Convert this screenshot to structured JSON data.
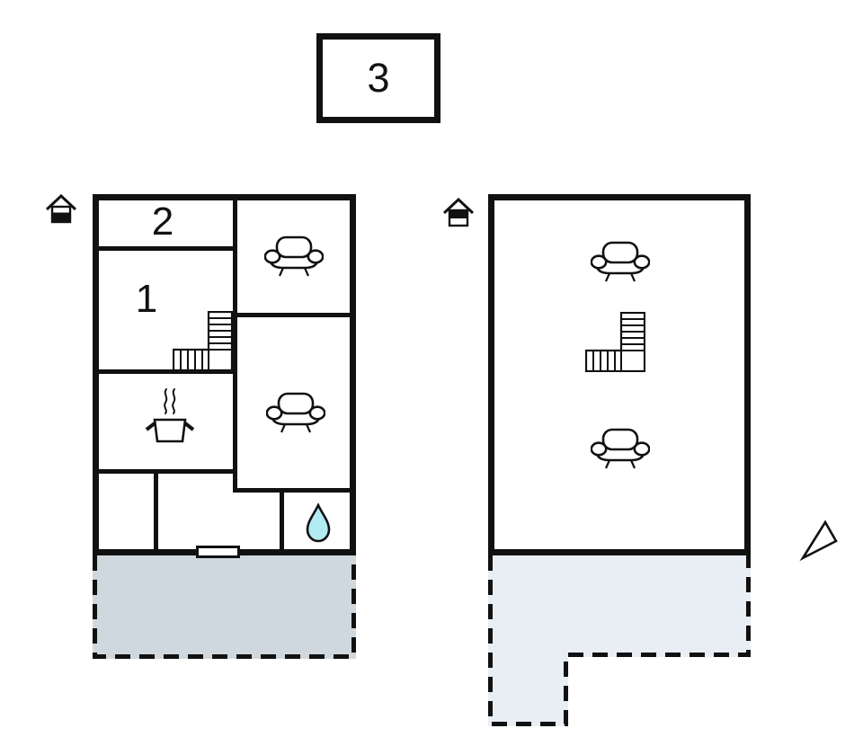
{
  "colors": {
    "line": "#111111",
    "terrace_ground": "#cfd8de",
    "terrace_upper": "#e9edf4",
    "water_drop": "#b2ebf2",
    "background": "#ffffff"
  },
  "unit_badge": {
    "label": "3"
  },
  "ground_floor": {
    "level_icon": "house-level-ground-icon",
    "room_labels": [
      {
        "label": "2"
      },
      {
        "label": "1"
      }
    ],
    "feature_icons": [
      "sofa-icon",
      "sofa-icon",
      "stairs-icon",
      "cooking-pot-icon",
      "water-drop-icon",
      "door-icon"
    ],
    "terrace": {
      "border": "dashed"
    }
  },
  "upper_floor": {
    "level_icon": "house-level-upper-icon",
    "feature_icons": [
      "sofa-icon",
      "stairs-icon",
      "sofa-icon"
    ],
    "terrace": {
      "border": "dashed"
    }
  },
  "compass": {
    "icon": "north-arrow-icon"
  }
}
